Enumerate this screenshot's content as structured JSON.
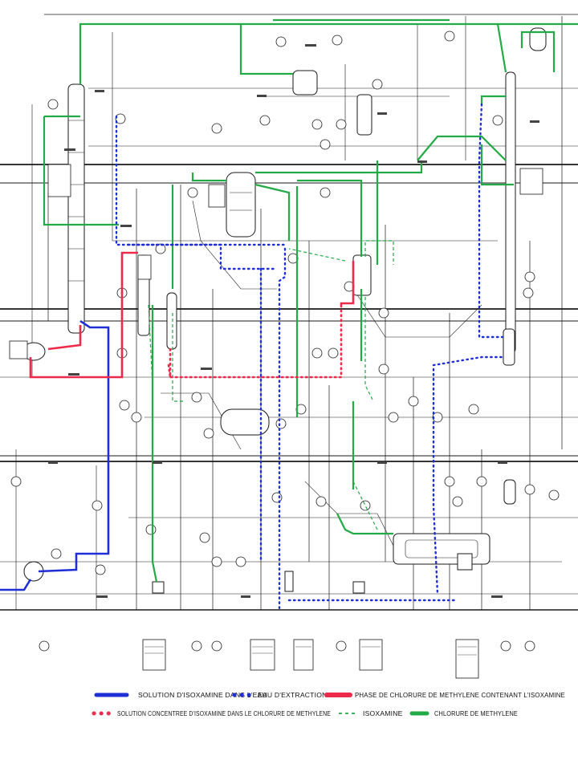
{
  "legend": {
    "items": [
      {
        "key": "solution_eau",
        "label": "SOLUTION D'ISOXAMINE DANS L'EAU",
        "color": "#1f2fd6",
        "style": "solid"
      },
      {
        "key": "eau_extraction",
        "label": "EAU D'EXTRACTION",
        "color": "#1f2fd6",
        "style": "dotted"
      },
      {
        "key": "phase_chlorure",
        "label": "PHASE DE CHLORURE DE METHYLENE CONTENANT L'ISOXAMINE",
        "color": "#ee2a4a",
        "style": "solid"
      },
      {
        "key": "solution_concentree",
        "label": "SOLUTION CONCENTREE D'ISOXAMINE DANS LE CHLORURE DE METHYLENE",
        "color": "#ee2a4a",
        "style": "dotted"
      },
      {
        "key": "isoxamine",
        "label": "ISOXAMINE",
        "color": "#22aa44",
        "style": "dashed"
      },
      {
        "key": "chlorure",
        "label": "CHLORURE DE METHYLENE",
        "color": "#22aa44",
        "style": "solid"
      }
    ]
  },
  "colors": {
    "line": "#1a1a1a",
    "blue": "#1f2fd6",
    "red": "#ee2a4a",
    "green": "#22aa44"
  }
}
